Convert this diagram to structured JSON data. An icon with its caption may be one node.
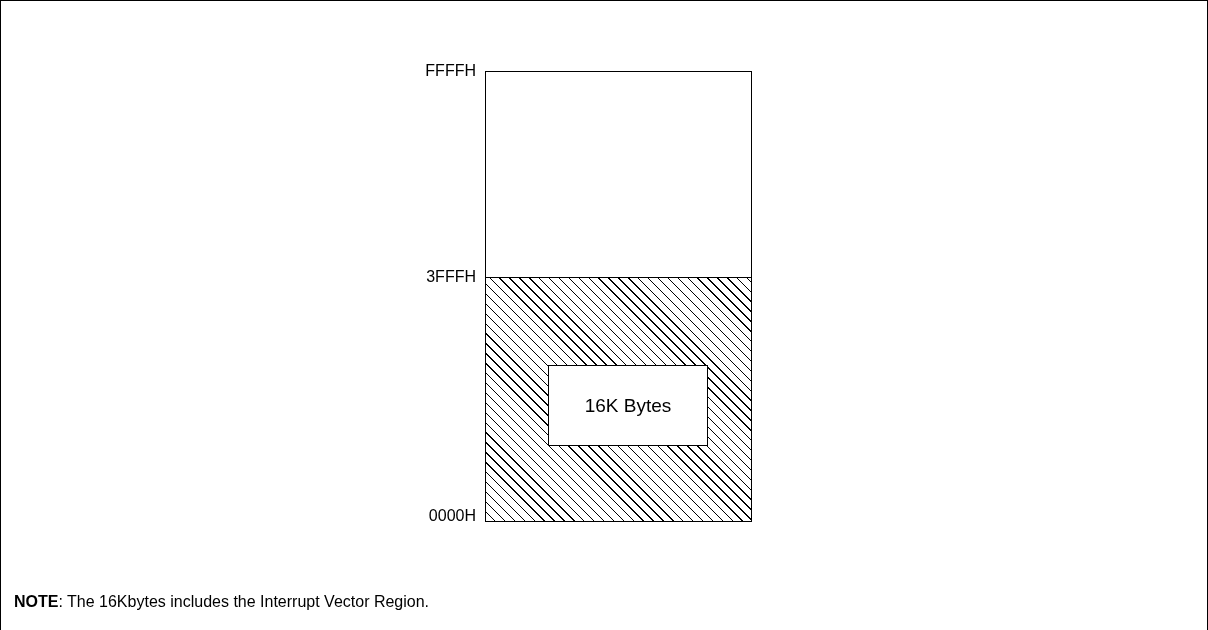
{
  "diagram": {
    "nodes": [
      {
        "text": [],
        "shape": "box"
      },
      {
        "text": [],
        "shape": "box"
      },
      {
        "text": [
          "16K Bytes"
        ],
        "in": 1
      }
    ],
    "labels": [
      "FFFFH",
      "3FFFH",
      "0000H",
      "**NOTE**: The 16Kbytes includes the Interrupt Vector Region."
    ]
  }
}
